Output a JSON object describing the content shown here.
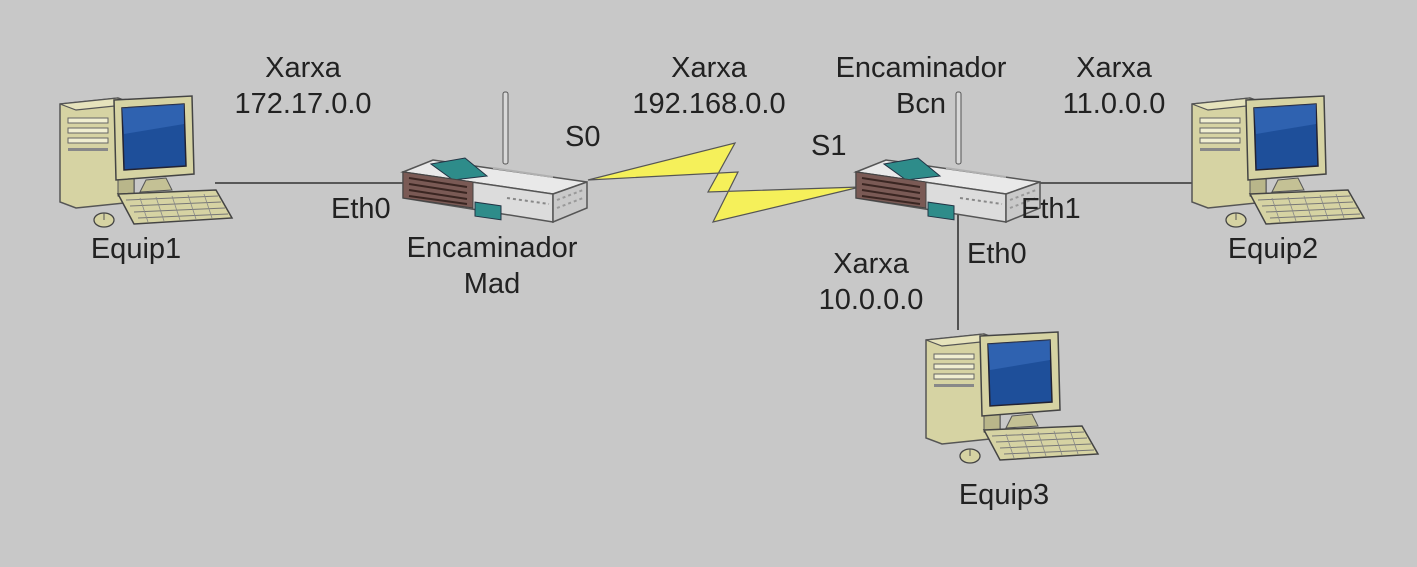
{
  "networks": {
    "net_172": {
      "word": "Xarxa",
      "address": "172.17.0.0"
    },
    "net_192": {
      "word": "Xarxa",
      "address": "192.168.0.0"
    },
    "net_11": {
      "word": "Xarxa",
      "address": "11.0.0.0"
    },
    "net_10": {
      "word": "Xarxa",
      "address": "10.0.0.0"
    }
  },
  "routers": {
    "mad": {
      "line1": "Encaminador",
      "line2": "Mad"
    },
    "bcn": {
      "line1": "Encaminador",
      "line2": "Bcn"
    }
  },
  "interfaces": {
    "mad_eth0": "Eth0",
    "mad_s0": "S0",
    "bcn_s1": "S1",
    "bcn_eth1": "Eth1",
    "bcn_eth0": "Eth0"
  },
  "computers": {
    "equip1": "Equip1",
    "equip2": "Equip2",
    "equip3": "Equip3"
  },
  "colors": {
    "background": "#c8c8c8",
    "link": "#333333",
    "serial_bolt": "#f5f05a",
    "screen": "#1e4f9a",
    "case": "#d6d3a3",
    "router_body": "#e8e8e8",
    "router_accent": "#2e8c8a"
  },
  "icons": {
    "computer": "desktop-computer-icon",
    "router": "wireless-router-icon",
    "serial": "serial-link-bolt-icon"
  }
}
